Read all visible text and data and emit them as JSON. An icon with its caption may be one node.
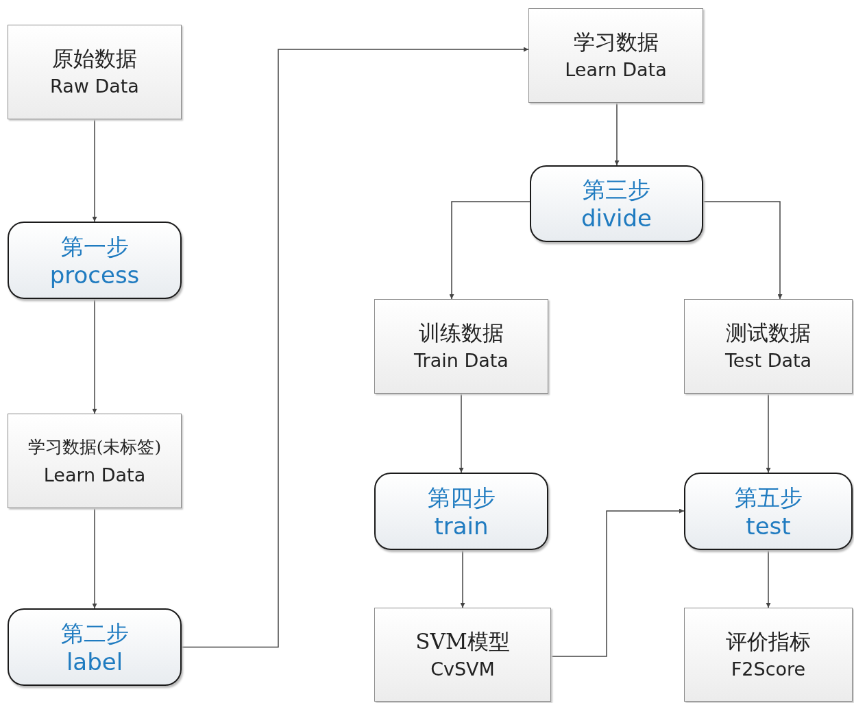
{
  "diagram": {
    "nodes": [
      {
        "text": [
          "原始数据",
          "Raw Data"
        ]
      },
      {
        "text": [
          "第一步",
          "process"
        ]
      },
      {
        "text": [
          "学习数据(未标签)",
          "Learn Data"
        ]
      },
      {
        "text": [
          "第二步",
          "label"
        ]
      },
      {
        "text": [
          "学习数据",
          "Learn Data"
        ]
      },
      {
        "text": [
          "第三步",
          "divide"
        ]
      },
      {
        "text": [
          "训练数据",
          "Train Data"
        ]
      },
      {
        "text": [
          "测试数据",
          "Test Data"
        ]
      },
      {
        "text": [
          "第四步",
          "train"
        ]
      },
      {
        "text": [
          "第五步",
          "test"
        ]
      },
      {
        "text": [
          "SVM模型",
          "CvSVM"
        ]
      },
      {
        "text": [
          "评价指标",
          "F2Score"
        ]
      }
    ],
    "edges": [
      {
        "from": 0,
        "to": 1,
        "arrow": "to"
      },
      {
        "from": 1,
        "to": 2,
        "arrow": "to"
      },
      {
        "from": 2,
        "to": 3,
        "arrow": "to"
      },
      {
        "from": 3,
        "to": 4,
        "arrow": "to"
      },
      {
        "from": 4,
        "to": 5,
        "arrow": "to"
      },
      {
        "from": 5,
        "to": 6,
        "arrow": "to"
      },
      {
        "from": 5,
        "to": 7,
        "arrow": "to"
      },
      {
        "from": 6,
        "to": 8,
        "arrow": "to"
      },
      {
        "from": 7,
        "to": 9,
        "arrow": "to"
      },
      {
        "from": 8,
        "to": 10,
        "arrow": "to"
      },
      {
        "from": 9,
        "to": 11,
        "arrow": "to"
      },
      {
        "from": 10,
        "to": 9,
        "arrow": "to"
      }
    ]
  }
}
